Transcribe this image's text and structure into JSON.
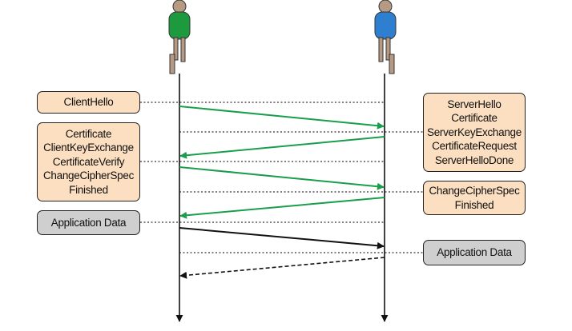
{
  "client_boxes": {
    "client_hello": "ClientHello",
    "client_flight": "Certificate\nClientKeyExchange\nCertificateVerify\nChangeCipherSpec\nFinished",
    "app_data": "Application Data"
  },
  "server_boxes": {
    "server_flight": "ServerHello\nCertificate\nServerKeyExchange\nCertificateRequest\nServerHelloDone",
    "change_finished": "ChangeCipherSpec\nFinished",
    "app_data": "Application Data"
  },
  "colors": {
    "handshake_arrow": "#1a9e4b",
    "data_arrow": "#111111",
    "box_handshake": "#fcdfc0",
    "box_data": "#cfcfcf",
    "client_figure": "#1e9a3e",
    "server_figure": "#2f7fd0"
  }
}
